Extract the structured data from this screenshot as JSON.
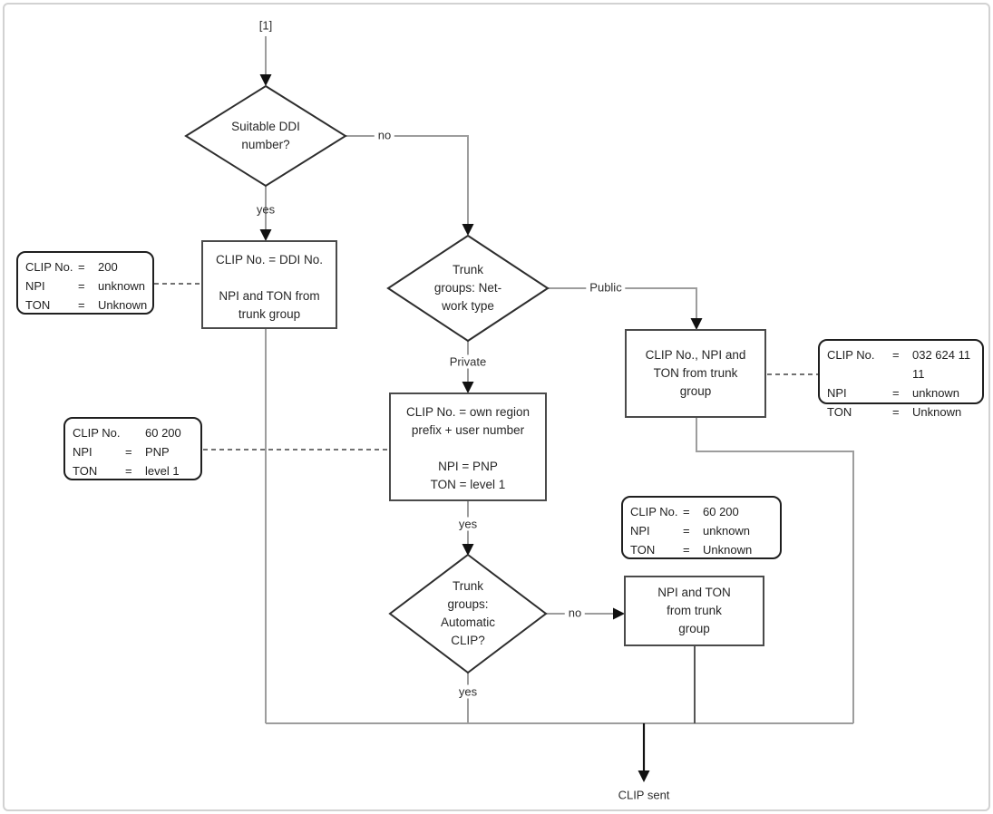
{
  "flow": {
    "start_label": "[1]",
    "end_label": "CLIP sent",
    "labels": {
      "no1": "no",
      "yes1": "yes",
      "public": "Public",
      "private": "Private",
      "yes2": "yes",
      "no2": "no",
      "yes3": "yes"
    },
    "decisions": {
      "ddi": {
        "line1": "Suitable DDI",
        "line2": "number?"
      },
      "network": {
        "line1": "Trunk",
        "line2": "groups: Net-",
        "line3": "work type"
      },
      "auto_clip": {
        "line1": "Trunk",
        "line2": "groups:",
        "line3": "Automatic",
        "line4": "CLIP?"
      }
    },
    "boxes": {
      "ddi_result": {
        "top": "CLIP No. = DDI No.",
        "bottom1": "NPI and TON from",
        "bottom2": "trunk group"
      },
      "public_result": {
        "line1": "CLIP No., NPI and",
        "line2": "TON from trunk",
        "line3": "group"
      },
      "private_result": {
        "top1": "CLIP No. = own region",
        "top2": "prefix + user number",
        "bottom1": "NPI = PNP",
        "bottom2": "TON = level 1"
      },
      "no_auto_result": {
        "line1": "NPI and TON",
        "line2": "from trunk",
        "line3": "group"
      }
    },
    "annotations": {
      "a": {
        "rows": [
          [
            "CLIP No.",
            "=",
            "200"
          ],
          [
            "NPI",
            "=",
            "unknown"
          ],
          [
            "TON",
            "=",
            "Unknown"
          ]
        ]
      },
      "b": {
        "rows": [
          [
            "CLIP No.",
            "=",
            "032 624 11 11"
          ],
          [
            "NPI",
            "=",
            "unknown"
          ],
          [
            "TON",
            "=",
            "Unknown"
          ]
        ]
      },
      "c": {
        "rows": [
          [
            "CLIP No.",
            "",
            "60 200"
          ],
          [
            "NPI",
            "=",
            "PNP"
          ],
          [
            "TON",
            "=",
            "level 1"
          ]
        ]
      },
      "d": {
        "rows": [
          [
            "CLIP No.",
            "=",
            "60 200"
          ],
          [
            "NPI",
            "=",
            "unknown"
          ],
          [
            "TON",
            "=",
            "Unknown"
          ]
        ]
      }
    },
    "colors": {
      "connector": "#9d9d9d",
      "connector_dark": "#555555",
      "arrow": "#111111",
      "shape_border": "#3f3f3f"
    }
  }
}
